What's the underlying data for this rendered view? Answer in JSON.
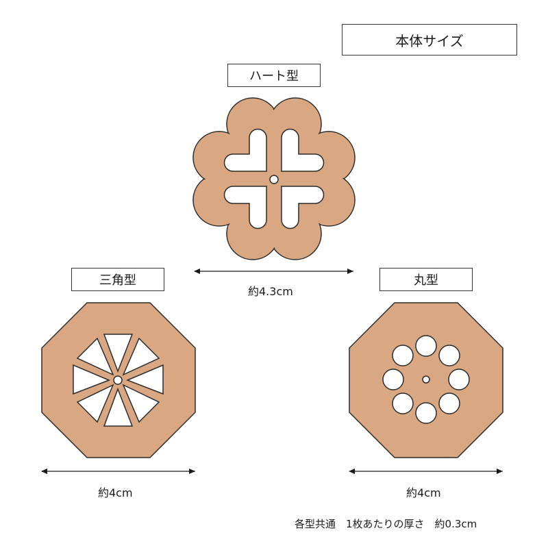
{
  "title": "本体サイズ",
  "shapes": [
    {
      "name": "ハート型",
      "width_label": "約4.3cm"
    },
    {
      "name": "三角型",
      "width_label": "約4cm"
    },
    {
      "name": "丸型",
      "width_label": "約4cm"
    }
  ],
  "footnote": "各型共通　1枚あたりの厚さ　約0.3cm",
  "colors": {
    "coaster": "#d9a883",
    "outline": "#2b2b2b",
    "background": "#ffffff"
  }
}
